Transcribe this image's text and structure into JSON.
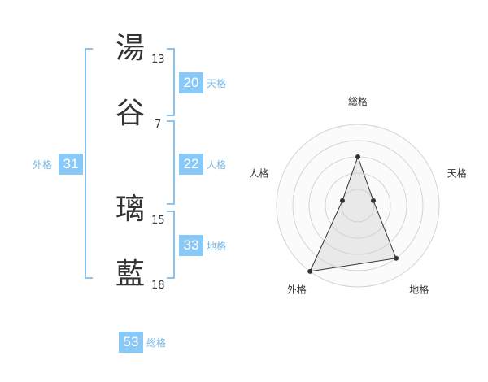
{
  "name": {
    "chars": [
      {
        "char": "湯",
        "strokes": "13"
      },
      {
        "char": "谷",
        "strokes": "7"
      },
      {
        "char": "璃",
        "strokes": "15"
      },
      {
        "char": "藍",
        "strokes": "18"
      }
    ]
  },
  "fortunes": {
    "tenkaku": {
      "value": "20",
      "label": "天格"
    },
    "jinkaku": {
      "value": "22",
      "label": "人格"
    },
    "chikaku": {
      "value": "33",
      "label": "地格"
    },
    "gaikaku": {
      "value": "31",
      "label": "外格"
    },
    "soukaku": {
      "value": "53",
      "label": "総格"
    }
  },
  "colors": {
    "accent": "#89c9f7",
    "bracket": "#88c4ee",
    "label": "#7ab8e6",
    "text": "#333333"
  },
  "chart_data": {
    "type": "radar",
    "axes": [
      "総格",
      "天格",
      "地格",
      "外格",
      "人格"
    ],
    "values": [
      3,
      1,
      4,
      5,
      1
    ],
    "max": 5,
    "rings": 5,
    "grid": true
  }
}
